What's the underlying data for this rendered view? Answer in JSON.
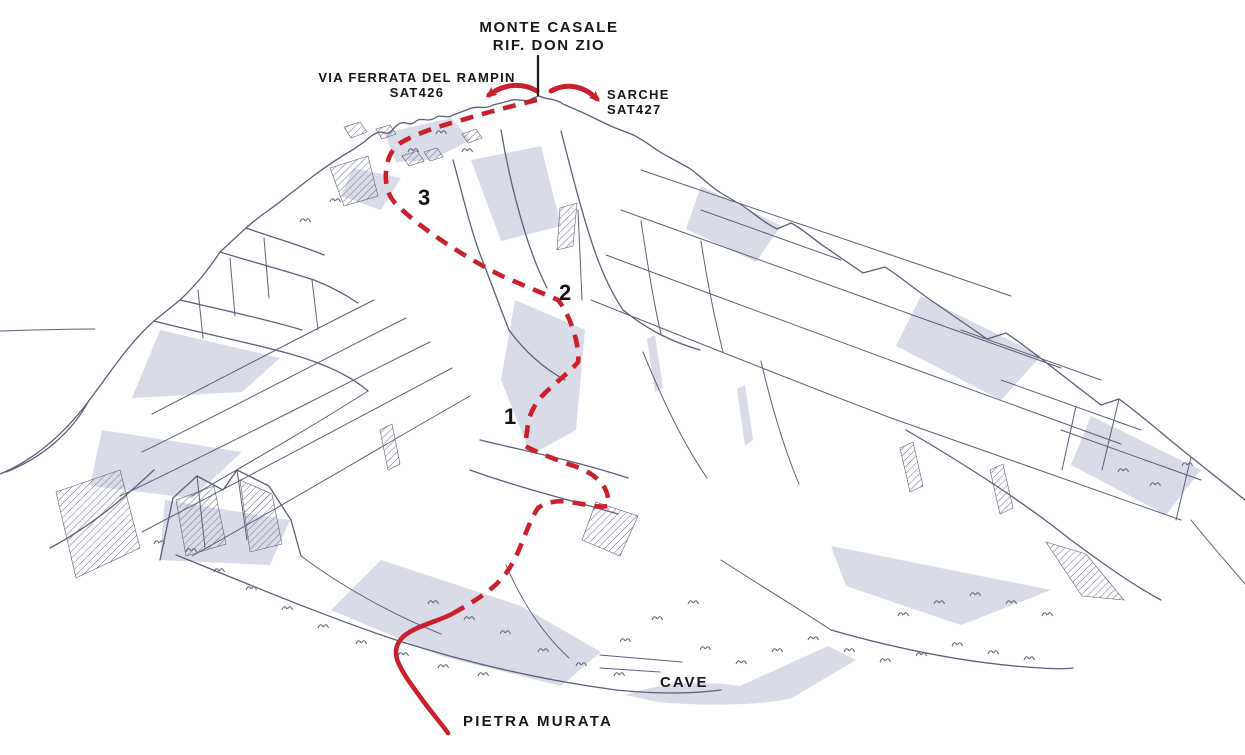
{
  "figure": {
    "summit": {
      "title": "MONTE CASALE",
      "subtitle": "RIF. DON ZIO"
    },
    "routes": {
      "left": {
        "name": "VIA FERRATA DEL RAMPIN",
        "code": "SAT426"
      },
      "right": {
        "name": "SARCHE",
        "code": "SAT427"
      }
    },
    "waypoints": {
      "w1": "1",
      "w2": "2",
      "w3": "3"
    },
    "places": {
      "cave": "CAVE",
      "base": "PIETRA MURATA"
    },
    "colors": {
      "route_red": "#c9202d",
      "ink": "#5b6078",
      "shade": "#d9dce6",
      "text": "#17171b"
    }
  }
}
